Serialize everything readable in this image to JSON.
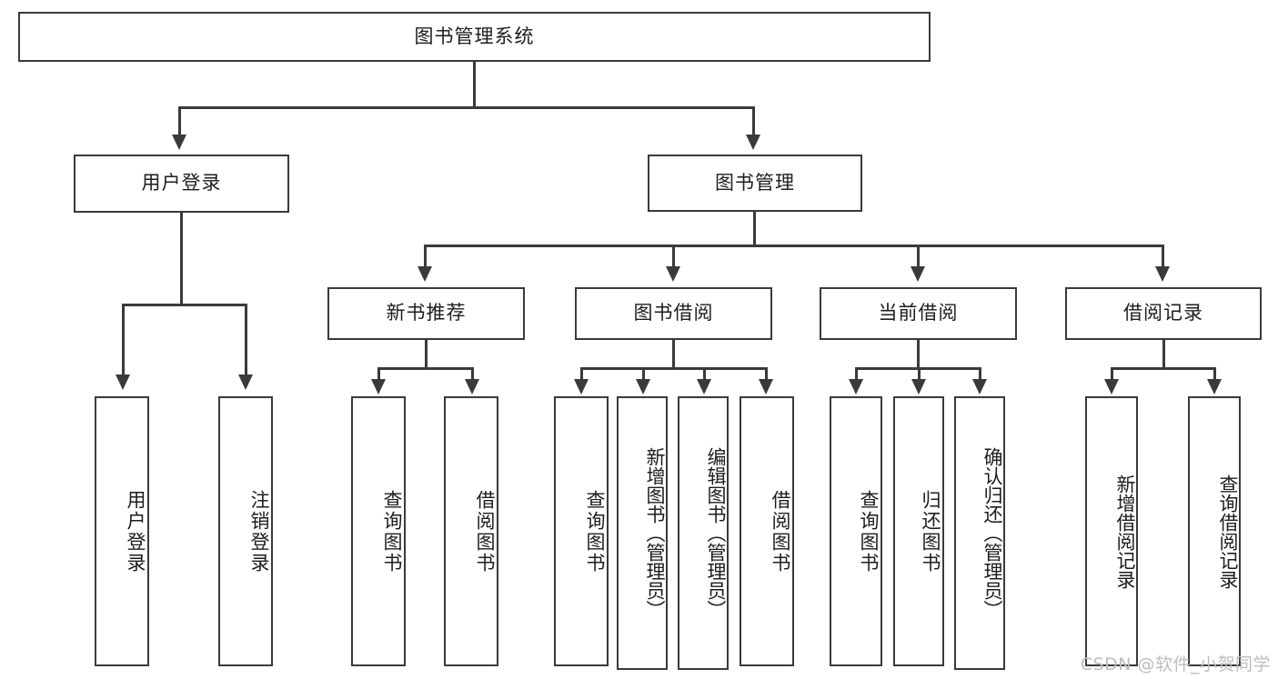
{
  "diagram": {
    "title": "图书管理系统",
    "type": "tree-hierarchy-chart",
    "root": {
      "label": "图书管理系统"
    },
    "level2": [
      {
        "label": "用户登录"
      },
      {
        "label": "图书管理"
      }
    ],
    "level3": [
      {
        "label": "新书推荐"
      },
      {
        "label": "图书借阅"
      },
      {
        "label": "当前借阅"
      },
      {
        "label": "借阅记录"
      }
    ],
    "leaves": [
      {
        "label": "用户登录"
      },
      {
        "label": "注销登录"
      },
      {
        "label": "查询图书"
      },
      {
        "label": "借阅图书"
      },
      {
        "label": "查询图书"
      },
      {
        "label": "新增图书（管理员）"
      },
      {
        "label": "编辑图书（管理员）"
      },
      {
        "label": "借阅图书"
      },
      {
        "label": "查询图书"
      },
      {
        "label": "归还图书"
      },
      {
        "label": "确认归还（管理员）"
      },
      {
        "label": "新增借阅记录"
      },
      {
        "label": "查询借阅记录"
      }
    ]
  },
  "watermark": {
    "text": "CSDN @软件_小贺同学"
  },
  "colors": {
    "stroke": "#3a3a3a",
    "background": "#ffffff",
    "text": "#1d1d1d",
    "watermark": "#bdbdbd"
  }
}
